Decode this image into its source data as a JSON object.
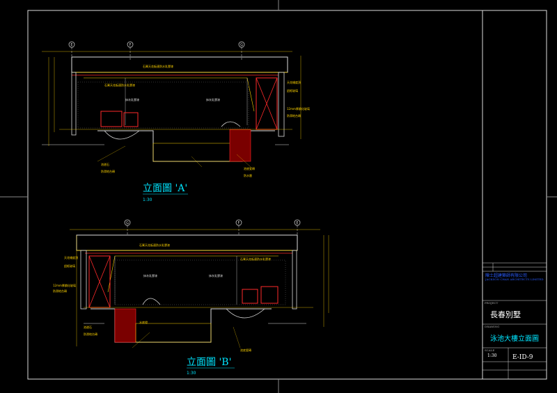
{
  "elevations": [
    {
      "title": "立面圖 'A'",
      "scale": "1:30",
      "grid": [
        "E",
        "F",
        "G"
      ]
    },
    {
      "title": "立面圖 'B'",
      "scale": "1:30",
      "grid": [
        "G",
        "F",
        "E"
      ]
    }
  ],
  "title_block": {
    "company_cn": "陳士超建築師有限公司",
    "company_en": "JACKSON CHAN ARCHITECTS LIMITED",
    "project_label": "PROJECT",
    "project": "長春別墅",
    "drawing_label": "DRAWING",
    "drawing": "泳池大樓立面圖",
    "scale_label": "SCALE",
    "scale": "1:30",
    "drawing_no": "E-ID-9"
  },
  "colors": {
    "background": "#000000",
    "frame": "#ffffff",
    "accent": "#00e5ff",
    "line_red": "#ff2a2a",
    "line_yellow": "#ffd400",
    "title_blue": "#2a5cff"
  }
}
